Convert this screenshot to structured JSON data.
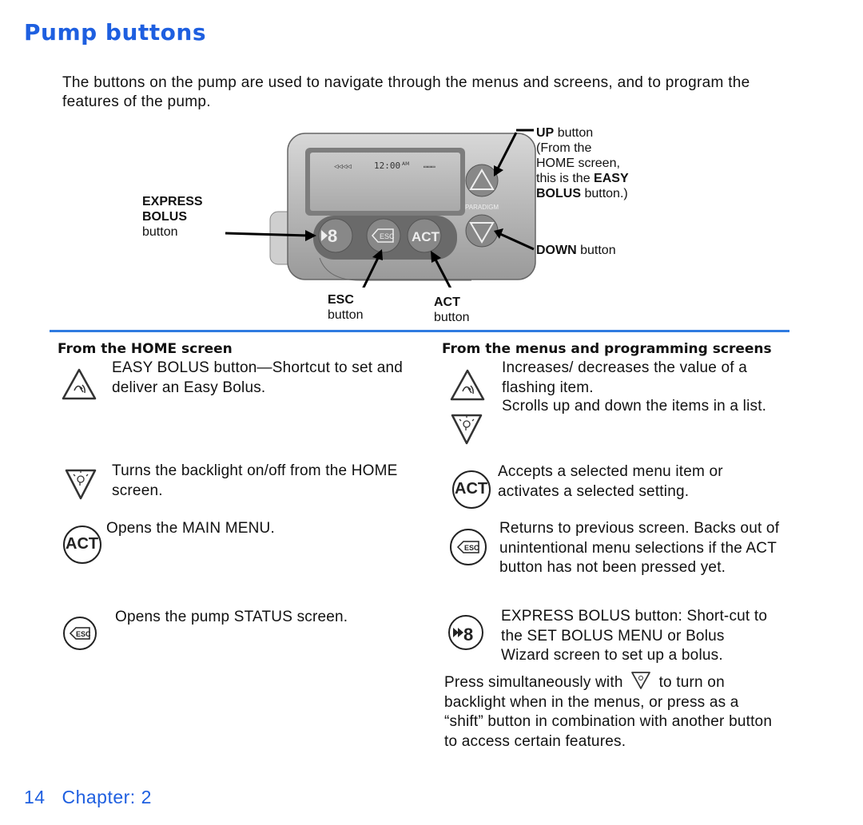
{
  "page": {
    "title": "Pump buttons",
    "intro": "The buttons on the pump are used to navigate through the menus and screens, and to program the features of the pump."
  },
  "diagram": {
    "screen": {
      "battery": "◁◁◁◁",
      "time": "12:00",
      "ampm": "AM",
      "reservoir": "▭▭▭"
    },
    "brand": "PARADIGM",
    "express_label": {
      "bold1": "EXPRESS",
      "bold2": "BOLUS",
      "rest": "button"
    },
    "up_label": {
      "bold": "UP",
      "rest": "button",
      "line2": "(From the",
      "line3": "HOME screen,",
      "line4a": "this is the",
      "line4b": "EASY",
      "line5a": "BOLUS",
      "line5b": "button.)"
    },
    "down_label": {
      "bold": "DOWN",
      "rest": "button"
    },
    "esc_label": {
      "bold": "ESC",
      "rest": "button"
    },
    "act_label": {
      "bold": "ACT",
      "rest": "button"
    },
    "btn_esc": "ESC",
    "btn_act": "ACT"
  },
  "home": {
    "heading": "From the HOME screen",
    "items": [
      {
        "icon": "up-arrow-icon",
        "text": "EASY BOLUS button—Shortcut to set and deliver an Easy Bolus."
      },
      {
        "icon": "down-arrow-icon",
        "text": "Turns the backlight on/off from the HOME screen."
      },
      {
        "icon": "act-icon",
        "text": "Opens the MAIN MENU."
      },
      {
        "icon": "esc-icon",
        "text": "Opens the pump STATUS screen."
      }
    ]
  },
  "menus": {
    "heading": "From the menus and programming screens",
    "items": [
      {
        "icon": "up-arrow-icon",
        "text": "Increases/ decreases the value of a flashing item."
      },
      {
        "icon": "down-arrow-icon",
        "text": "Scrolls up and down the items in a list."
      },
      {
        "icon": "act-icon",
        "text": "Accepts a selected menu item or activates a selected setting."
      },
      {
        "icon": "esc-icon",
        "text": "Returns to previous screen. Backs out of unintentional menu selections if the ACT button has not been pressed yet."
      },
      {
        "icon": "express-bolus-icon",
        "text": "EXPRESS BOLUS button: Short-cut to the SET BOLUS MENU or Bolus Wizard screen to set up a bolus."
      }
    ],
    "press_a": "Press simultaneously with",
    "press_b": "to turn on",
    "press_rest": "backlight when in the menus, or press as a “shift” button in combination with another button to access certain features."
  },
  "icon_labels": {
    "act": "ACT",
    "esc": "ESC"
  },
  "footer": {
    "page_number": "14",
    "chapter": "Chapter: 2"
  },
  "colors": {
    "accent": "#1e5fe0",
    "rule": "#2f7be0"
  }
}
